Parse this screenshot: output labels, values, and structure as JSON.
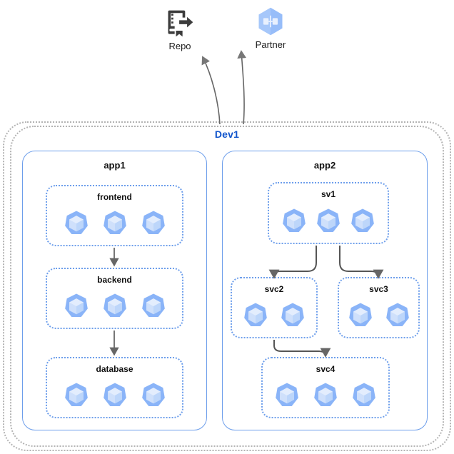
{
  "external_nodes": [
    {
      "id": "repo",
      "label": "Repo",
      "icon": "repository-icon",
      "color": "#3c3c3c"
    },
    {
      "id": "partner",
      "label": "Partner",
      "icon": "partner-hexagon-icon",
      "color": "#8ab4f8"
    }
  ],
  "environment": {
    "label": "Dev1",
    "label_color": "#1155cc",
    "border_style": "dotted",
    "border_color": "#b3b3b3"
  },
  "colors": {
    "app_border": "#6d9eeb",
    "service_border": "#6d9eeb",
    "pod_fill": "#8ab4f8",
    "pod_face": "#cfe0fb",
    "arrow": "#666666",
    "env_label": "#1155cc",
    "text": "#111111"
  },
  "applications": [
    {
      "id": "app1",
      "label": "app1",
      "services": [
        {
          "id": "frontend",
          "label": "frontend",
          "pods": 3
        },
        {
          "id": "backend",
          "label": "backend",
          "pods": 3
        },
        {
          "id": "database",
          "label": "database",
          "pods": 3
        }
      ]
    },
    {
      "id": "app2",
      "label": "app2",
      "services": [
        {
          "id": "sv1",
          "label": "sv1",
          "pods": 3
        },
        {
          "id": "svc2",
          "label": "svc2",
          "pods": 2
        },
        {
          "id": "svc3",
          "label": "svc3",
          "pods": 2
        },
        {
          "id": "svc4",
          "label": "svc4",
          "pods": 3
        }
      ]
    }
  ],
  "connections": [
    {
      "from": "frontend",
      "to": "backend",
      "style": "straight-arrow"
    },
    {
      "from": "backend",
      "to": "database",
      "style": "straight-arrow"
    },
    {
      "from": "sv1",
      "to": "svc2",
      "style": "elbow-arrow"
    },
    {
      "from": "sv1",
      "to": "svc3",
      "style": "elbow-arrow"
    },
    {
      "from": "svc2",
      "to": "svc4",
      "style": "elbow-arrow"
    },
    {
      "from": "Dev1",
      "to": "repo",
      "style": "curved-arrow"
    },
    {
      "from": "Dev1",
      "to": "partner",
      "style": "curved-arrow"
    }
  ]
}
